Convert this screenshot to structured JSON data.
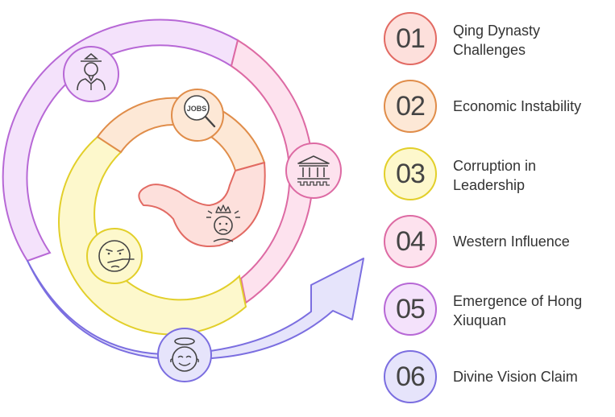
{
  "steps": [
    {
      "number": "01",
      "label": "Qing Dynasty Challenges",
      "fill": "#fde0dc",
      "stroke": "#e26a63"
    },
    {
      "number": "02",
      "label": "Economic Instability",
      "fill": "#fde8d6",
      "stroke": "#e08d4a"
    },
    {
      "number": "03",
      "label": "Corruption in Leadership",
      "fill": "#fdf8cc",
      "stroke": "#e2cf2a"
    },
    {
      "number": "04",
      "label": "Western Influence",
      "fill": "#fde2ee",
      "stroke": "#dd6aa3"
    },
    {
      "number": "05",
      "label": "Emergence of Hong Xiuquan",
      "fill": "#f4e2fb",
      "stroke": "#b768d6"
    },
    {
      "number": "06",
      "label": "Divine Vision Claim",
      "fill": "#e6e4fb",
      "stroke": "#7b6ee0"
    }
  ],
  "icons": {
    "jobs_text": "JOBS",
    "names": [
      "official-icon",
      "jobs-search-icon",
      "government-building-icon",
      "distressed-face-icon",
      "sick-face-icon",
      "halo-face-icon"
    ]
  }
}
